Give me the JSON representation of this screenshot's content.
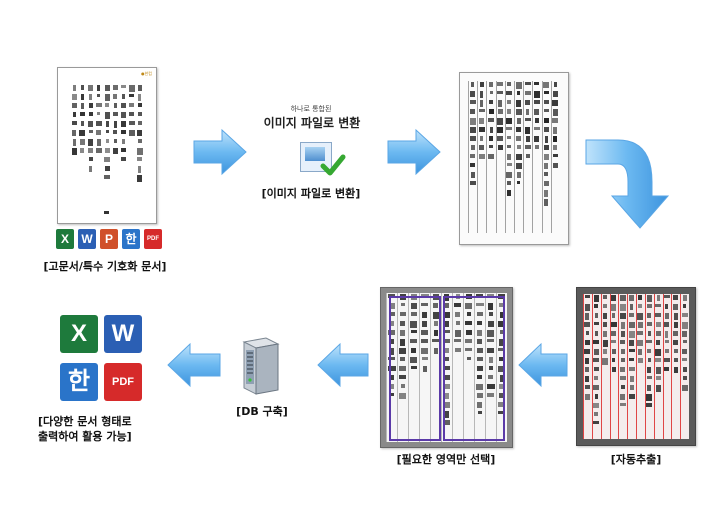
{
  "step1": {
    "caption": "[고문서/특수 기호화 문서]",
    "logo": "●한컴"
  },
  "step2": {
    "header_small": "하나로 통합된",
    "header_big": "이미지 파일로 변환",
    "caption": "[이미지 파일로 변환]"
  },
  "step5": {
    "caption": "[자동추출]"
  },
  "step6": {
    "caption": "[필요한 영역만 선택]"
  },
  "step7": {
    "caption": "[DB 구축]"
  },
  "step8": {
    "caption_line1": "[다양한 문서 형태로",
    "caption_line2": "출력하여 활용 가능]"
  },
  "file_icons": [
    {
      "name": "excel-icon",
      "glyph": "X",
      "color": "#1e7a3c"
    },
    {
      "name": "word-icon",
      "glyph": "W",
      "color": "#2b5fb4"
    },
    {
      "name": "powerpoint-icon",
      "glyph": "P",
      "color": "#d0502a"
    },
    {
      "name": "hwp-icon",
      "glyph": "한",
      "color": "#2a74c9"
    },
    {
      "name": "pdf-icon",
      "glyph": "PDF",
      "color": "#d62a2a"
    }
  ],
  "output_icons": [
    {
      "name": "excel-icon",
      "glyph": "X",
      "color": "#1e7a3c"
    },
    {
      "name": "word-icon",
      "glyph": "W",
      "color": "#2b5fb4"
    },
    {
      "name": "hwp-icon",
      "glyph": "한",
      "color": "#2a74c9"
    },
    {
      "name": "pdf-icon",
      "glyph": "PDF",
      "color": "#d62a2a"
    }
  ]
}
